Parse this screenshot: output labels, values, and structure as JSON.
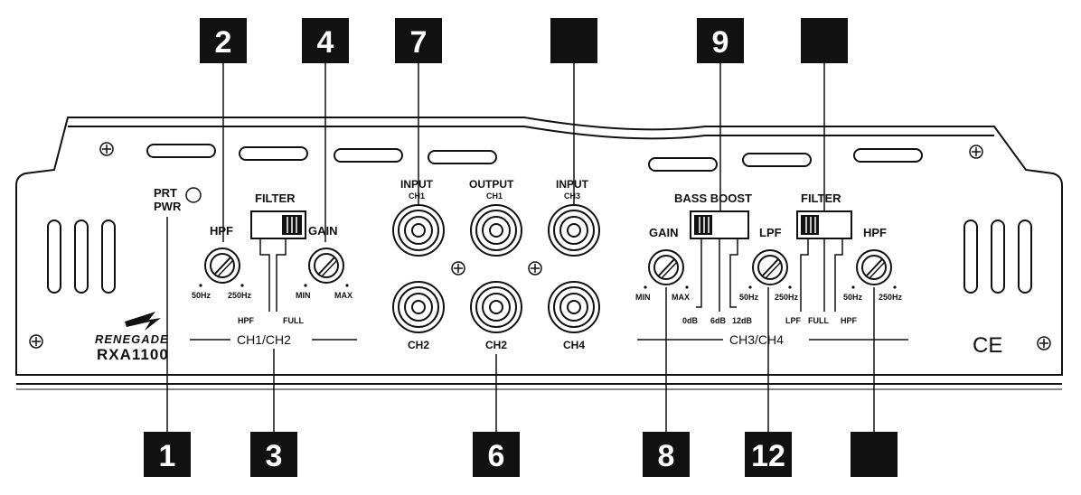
{
  "panel": {
    "prt_label": "PRT",
    "pwr_label": "PWR",
    "brand": "RENEGADE",
    "model": "RXA1100",
    "ce_mark": "CE",
    "ch12_section": "CH1/CH2",
    "ch34_section": "CH3/CH4"
  },
  "left_controls": {
    "filter_label": "FILTER",
    "hpf_label": "HPF",
    "hpf_min": "50Hz",
    "hpf_max": "250Hz",
    "gain_label": "GAIN",
    "gain_min": "MIN",
    "gain_max": "MAX",
    "filter_opt1": "HPF",
    "filter_opt2": "FULL"
  },
  "rca": {
    "input_ch1_top": "INPUT",
    "input_ch1_sub": "CH1",
    "output_ch1_top": "OUTPUT",
    "output_ch1_sub": "CH1",
    "input_ch3_top": "INPUT",
    "input_ch3_sub": "CH3",
    "ch2_a": "CH2",
    "ch2_b": "CH2",
    "ch4": "CH4"
  },
  "right_controls": {
    "bass_boost_label": "BASS BOOST",
    "bb_opt1": "0dB",
    "bb_opt2": "6dB",
    "bb_opt3": "12dB",
    "gain_label": "GAIN",
    "gain_min": "MIN",
    "gain_max": "MAX",
    "lpf_label": "LPF",
    "lpf_min": "50Hz",
    "lpf_max": "250Hz",
    "filter_label": "FILTER",
    "filter_opt1": "LPF",
    "filter_opt2": "FULL",
    "filter_opt3": "HPF",
    "hpf_label": "HPF",
    "hpf_min": "50Hz",
    "hpf_max": "250Hz"
  },
  "callouts": {
    "c1": "1",
    "c2": "2",
    "c3": "3",
    "c4": "4",
    "c6": "6",
    "c7": "7",
    "c8": "8",
    "c9": "9",
    "c12": "12",
    "blank_a": "",
    "blank_b": "",
    "blank_c": ""
  }
}
